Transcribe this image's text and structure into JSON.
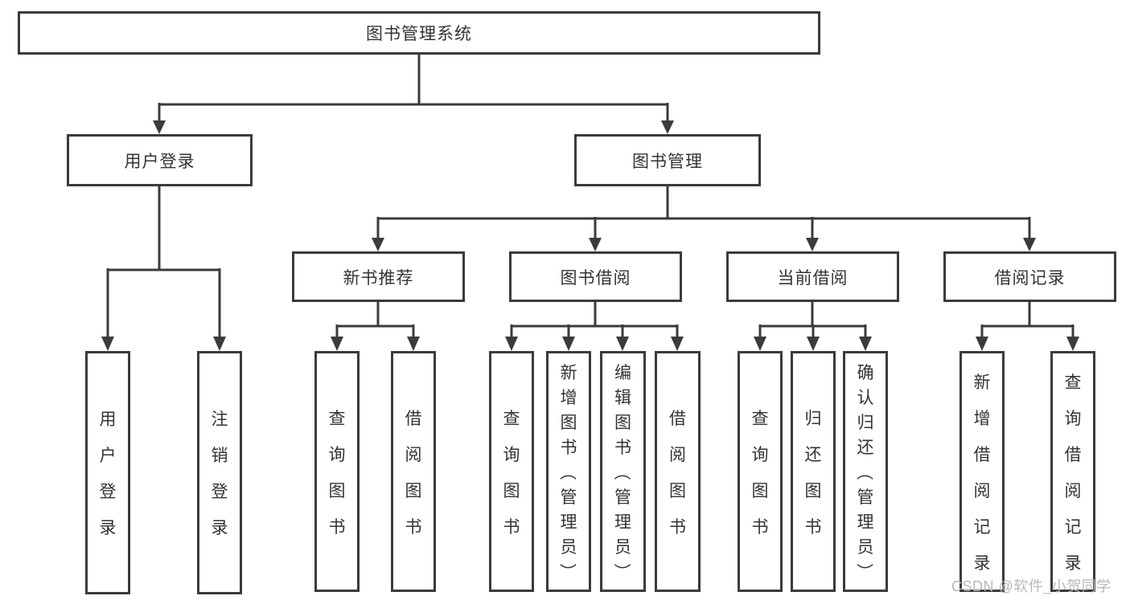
{
  "colors": {
    "line": "#3b3b3b",
    "text": "#333333",
    "watermark": "#b8b8b8",
    "background": "#ffffff"
  },
  "tree": {
    "label": "图书管理系统",
    "children": [
      {
        "label": "用户登录",
        "children": [
          {
            "label": "用户登录"
          },
          {
            "label": "注销登录"
          }
        ]
      },
      {
        "label": "图书管理",
        "children": [
          {
            "label": "新书推荐",
            "children": [
              {
                "label": "查询图书"
              },
              {
                "label": "借阅图书"
              }
            ]
          },
          {
            "label": "图书借阅",
            "children": [
              {
                "label": "查询图书"
              },
              {
                "label": "新增图书（管理员）"
              },
              {
                "label": "编辑图书（管理员）"
              },
              {
                "label": "借阅图书"
              }
            ]
          },
          {
            "label": "当前借阅",
            "children": [
              {
                "label": "查询图书"
              },
              {
                "label": "归还图书"
              },
              {
                "label": "确认归还（管理员）"
              }
            ]
          },
          {
            "label": "借阅记录",
            "children": [
              {
                "label": "新增借阅记录"
              },
              {
                "label": "查询借阅记录"
              }
            ]
          }
        ]
      }
    ]
  },
  "watermark": {
    "text": "CSDN @软件_小贺同学"
  }
}
